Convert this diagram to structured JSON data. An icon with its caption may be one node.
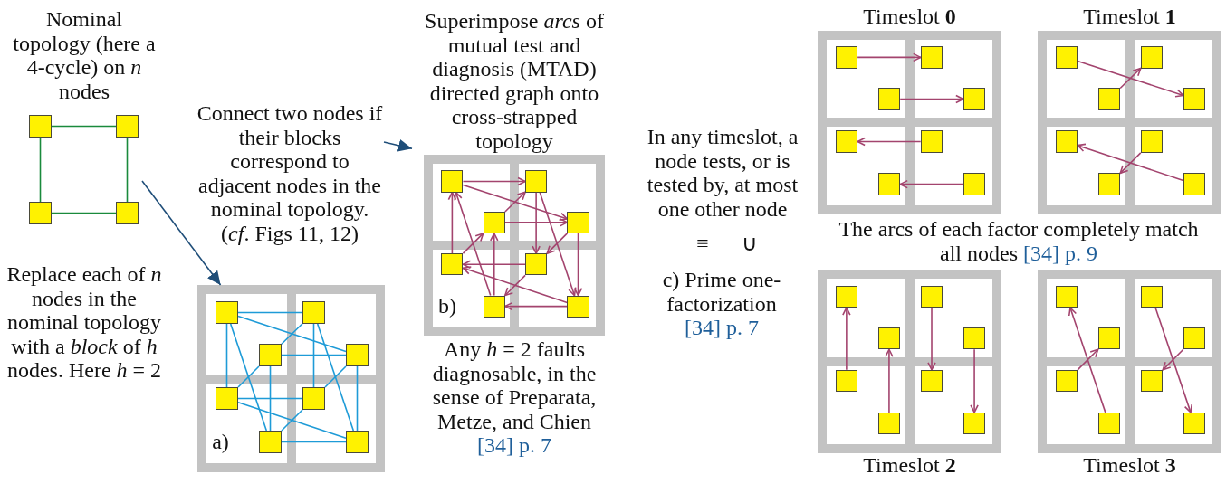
{
  "diagram": {
    "nodes": [
      {
        "text": [],
        "shape": "box"
      },
      {
        "text": [],
        "shape": "box"
      },
      {
        "text": [],
        "shape": "box"
      },
      {
        "text": [],
        "shape": "box"
      },
      {
        "text": [
          "Connect two nodes if their blocks correspond to adjacent nodes in the nominal topology. (*cf*. Figs 11, 12)"
        ]
      },
      {
        "text": [
          "a)"
        ]
      },
      {
        "text": [],
        "shape": "box",
        "in": 5
      },
      {
        "text": [],
        "shape": "box",
        "in": 5
      },
      {
        "text": [],
        "shape": "box",
        "in": 5
      },
      {
        "text": [],
        "shape": "box",
        "in": 5
      },
      {
        "text": [],
        "shape": "box",
        "in": 5
      },
      {
        "text": [],
        "shape": "box",
        "in": 5
      },
      {
        "text": [],
        "shape": "box",
        "in": 5
      },
      {
        "text": [],
        "shape": "box",
        "in": 5
      },
      {
        "text": [
          "Superimpose *arcs* of mutual test and diagnosis (MTAD) directed graph onto cross-strapped topology",
          "b)"
        ],
        "beside": [
          "Any *h* = 2 faults diagnosable, in the sense of Preparata, Metze, and Chien",
          "[34] p. 7"
        ]
      },
      {
        "text": [],
        "shape": "box",
        "in": 14
      },
      {
        "text": [],
        "shape": "box",
        "in": 14
      },
      {
        "text": [],
        "shape": "box",
        "in": 14
      },
      {
        "text": [],
        "shape": "box",
        "in": 14
      },
      {
        "text": [],
        "shape": "box",
        "in": 14
      },
      {
        "text": [],
        "shape": "box",
        "in": 14
      },
      {
        "text": [],
        "shape": "box",
        "in": 14
      },
      {
        "text": [],
        "shape": "box",
        "in": 14
      },
      {
        "text": [
          "Timeslot **0**"
        ]
      },
      {
        "text": [],
        "shape": "box",
        "in": 23
      },
      {
        "text": [],
        "shape": "box",
        "in": 23
      },
      {
        "text": [],
        "shape": "box",
        "in": 23
      },
      {
        "text": [],
        "shape": "box",
        "in": 23
      },
      {
        "text": [],
        "shape": "box",
        "in": 23
      },
      {
        "text": [],
        "shape": "box",
        "in": 23
      },
      {
        "text": [],
        "shape": "box",
        "in": 23
      },
      {
        "text": [],
        "shape": "box",
        "in": 23
      },
      {
        "text": [
          "Timeslot **1**"
        ]
      },
      {
        "text": [],
        "shape": "box",
        "in": 32
      },
      {
        "text": [],
        "shape": "box",
        "in": 32
      },
      {
        "text": [],
        "shape": "box",
        "in": 32
      },
      {
        "text": [],
        "shape": "box",
        "in": 32
      },
      {
        "text": [],
        "shape": "box",
        "in": 32
      },
      {
        "text": [],
        "shape": "box",
        "in": 32
      },
      {
        "text": [],
        "shape": "box",
        "in": 32
      },
      {
        "text": [],
        "shape": "box",
        "in": 32
      },
      {
        "text": [
          "Timeslot **2**"
        ]
      },
      {
        "text": [],
        "shape": "box",
        "in": 41
      },
      {
        "text": [],
        "shape": "box",
        "in": 41
      },
      {
        "text": [],
        "shape": "box",
        "in": 41
      },
      {
        "text": [],
        "shape": "box",
        "in": 41
      },
      {
        "text": [],
        "shape": "box",
        "in": 41
      },
      {
        "text": [],
        "shape": "box",
        "in": 41
      },
      {
        "text": [],
        "shape": "box",
        "in": 41
      },
      {
        "text": [],
        "shape": "box",
        "in": 41
      },
      {
        "text": [
          "Timeslot **3**"
        ]
      },
      {
        "text": [],
        "shape": "box",
        "in": 50
      },
      {
        "text": [],
        "shape": "box",
        "in": 50
      },
      {
        "text": [],
        "shape": "box",
        "in": 50
      },
      {
        "text": [],
        "shape": "box",
        "in": 50
      },
      {
        "text": [],
        "shape": "box",
        "in": 50
      },
      {
        "text": [],
        "shape": "box",
        "in": 50
      },
      {
        "text": [],
        "shape": "box",
        "in": 50
      },
      {
        "text": [],
        "shape": "box",
        "in": 50
      }
    ],
    "edges": [
      {
        "from": 0,
        "to": 1,
        "arrow": "none",
        "color": "#1a8a3c"
      },
      {
        "from": 1,
        "to": 3,
        "arrow": "none",
        "color": "#1a8a3c"
      },
      {
        "from": 2,
        "to": 3,
        "arrow": "none",
        "color": "#1a8a3c"
      },
      {
        "from": 0,
        "to": 2,
        "arrow": "none",
        "color": "#1a8a3c"
      },
      {
        "from": null,
        "to": 5,
        "arrow": "to",
        "color": "#1f4e79"
      },
      {
        "from": 4,
        "to": 14,
        "arrow": "to",
        "color": "#1f4e79"
      },
      {
        "from": 6,
        "to": 7,
        "arrow": "none",
        "color": "#1e9bd7"
      },
      {
        "from": 6,
        "to": 10,
        "arrow": "none",
        "color": "#1e9bd7"
      },
      {
        "from": 7,
        "to": 11,
        "arrow": "none",
        "color": "#1e9bd7"
      },
      {
        "from": 8,
        "to": 9,
        "arrow": "none",
        "color": "#1e9bd7"
      },
      {
        "from": 8,
        "to": 12,
        "arrow": "none",
        "color": "#1e9bd7"
      },
      {
        "from": 9,
        "to": 13,
        "arrow": "none",
        "color": "#1e9bd7"
      },
      {
        "from": 10,
        "to": 11,
        "arrow": "none",
        "color": "#1e9bd7"
      },
      {
        "from": 12,
        "to": 13,
        "arrow": "none",
        "color": "#1e9bd7"
      },
      {
        "from": 6,
        "to": 9,
        "arrow": "none",
        "color": "#1e9bd7"
      },
      {
        "from": 6,
        "to": 12,
        "arrow": "none",
        "color": "#1e9bd7"
      },
      {
        "from": 7,
        "to": 8,
        "arrow": "none",
        "color": "#1e9bd7"
      },
      {
        "from": 7,
        "to": 13,
        "arrow": "none",
        "color": "#1e9bd7"
      },
      {
        "from": 8,
        "to": 10,
        "arrow": "none",
        "color": "#1e9bd7"
      },
      {
        "from": 9,
        "to": 11,
        "arrow": "none",
        "color": "#1e9bd7"
      },
      {
        "from": 10,
        "to": 13,
        "arrow": "none",
        "color": "#1e9bd7"
      },
      {
        "from": 11,
        "to": 12,
        "arrow": "none",
        "color": "#1e9bd7"
      },
      {
        "from": 15,
        "to": 16,
        "arrow": "to"
      },
      {
        "from": 19,
        "to": 15,
        "arrow": "to"
      },
      {
        "from": 17,
        "to": 18,
        "arrow": "to"
      },
      {
        "from": 21,
        "to": 17,
        "arrow": "to"
      },
      {
        "from": 16,
        "to": 20,
        "arrow": "to"
      },
      {
        "from": 18,
        "to": 22,
        "arrow": "to"
      },
      {
        "from": 20,
        "to": 19,
        "arrow": "to"
      },
      {
        "from": 22,
        "to": 21,
        "arrow": "to"
      },
      {
        "from": 15,
        "to": 18,
        "arrow": "to"
      },
      {
        "from": 21,
        "to": 15,
        "arrow": "to"
      },
      {
        "from": 17,
        "to": 16,
        "arrow": "to"
      },
      {
        "from": 19,
        "to": 17,
        "arrow": "to"
      },
      {
        "from": 16,
        "to": 22,
        "arrow": "to"
      },
      {
        "from": 18,
        "to": 20,
        "arrow": "to"
      },
      {
        "from": 22,
        "to": 19,
        "arrow": "to"
      },
      {
        "from": 20,
        "to": 21,
        "arrow": "to"
      },
      {
        "from": 24,
        "to": 25,
        "arrow": "to"
      },
      {
        "from": 26,
        "to": 27,
        "arrow": "to"
      },
      {
        "from": 29,
        "to": 28,
        "arrow": "to"
      },
      {
        "from": 31,
        "to": 30,
        "arrow": "to"
      },
      {
        "from": 33,
        "to": 36,
        "arrow": "to"
      },
      {
        "from": 35,
        "to": 34,
        "arrow": "to"
      },
      {
        "from": 40,
        "to": 37,
        "arrow": "to"
      },
      {
        "from": 38,
        "to": 39,
        "arrow": "to"
      },
      {
        "from": 46,
        "to": 42,
        "arrow": "to"
      },
      {
        "from": 48,
        "to": 44,
        "arrow": "to"
      },
      {
        "from": 43,
        "to": 47,
        "arrow": "to"
      },
      {
        "from": 45,
        "to": 49,
        "arrow": "to"
      },
      {
        "from": 57,
        "to": 51,
        "arrow": "to"
      },
      {
        "from": 55,
        "to": 53,
        "arrow": "to"
      },
      {
        "from": 54,
        "to": 56,
        "arrow": "to"
      },
      {
        "from": 52,
        "to": 58,
        "arrow": "to"
      }
    ],
    "labels": [
      "Nominal topology (here a 4-cycle) on *n* nodes",
      "Replace each of *n* nodes in the nominal topology with a *block* of *h* nodes. Here *h* = 2",
      "In any timeslot, a node tests, or is tested by, at most one other node",
      "≡",
      "∪",
      "c) Prime one-factorization",
      "[34] p. 7",
      "The arcs of each factor completely match all nodes",
      "[34] p. 9"
    ]
  }
}
